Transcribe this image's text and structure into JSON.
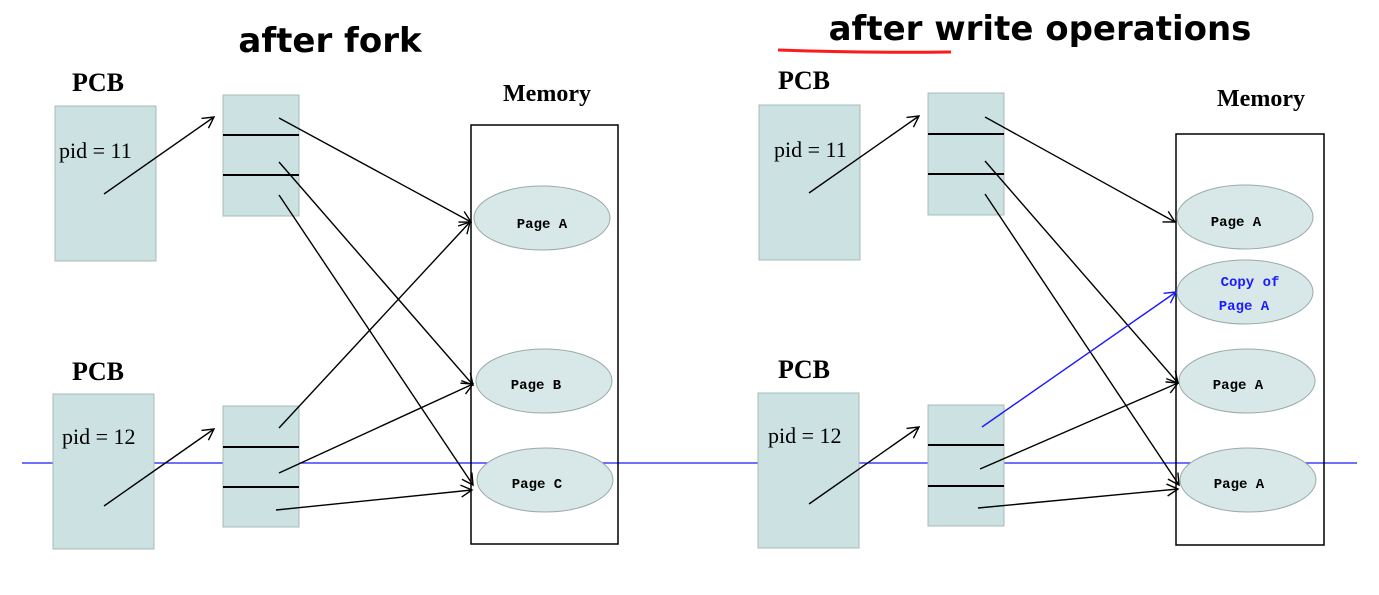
{
  "colors": {
    "box_fill": "#cce1e1",
    "ellipse_fill": "#d8e8e8",
    "highlight_blue": "#1a1aff",
    "underline_red": "#ff1a1a",
    "horizontal_line": "#1a1aff"
  },
  "panels": [
    {
      "title": "after fork",
      "pcb_label_top": "PCB",
      "pcb_label_bottom": "PCB",
      "pid_top": "pid = 11",
      "pid_bottom": "pid = 12",
      "memory_label": "Memory",
      "pages": [
        {
          "line1": "Page A",
          "line2": ""
        },
        {
          "line1": "Page B",
          "line2": ""
        },
        {
          "line1": "Page C",
          "line2": ""
        }
      ]
    },
    {
      "title": "after write operations",
      "title_underlined_part": "after write",
      "pcb_label_top": "PCB",
      "pcb_label_bottom": "PCB",
      "pid_top": "pid = 11",
      "pid_bottom": "pid = 12",
      "memory_label": "Memory",
      "pages": [
        {
          "line1": "Page A",
          "line2": ""
        },
        {
          "line1": "Copy of",
          "line2": "Page A"
        },
        {
          "line1": "Page A",
          "line2": ""
        },
        {
          "line1": "Page A",
          "line2": ""
        }
      ]
    }
  ]
}
